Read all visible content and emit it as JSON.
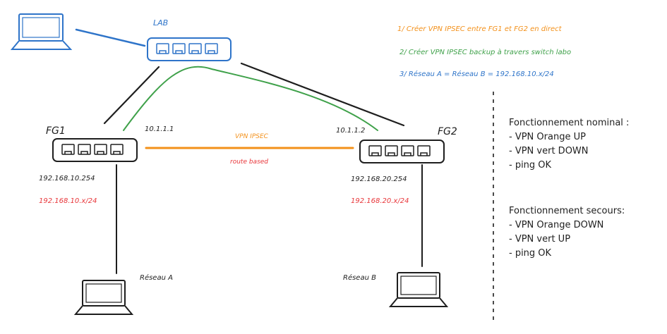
{
  "devices": {
    "lab_label": "LAB",
    "fg1_label": "FG1",
    "fg2_label": "FG2",
    "laptop_a_label": "Réseau A",
    "laptop_b_label": "Réseau B"
  },
  "addresses": {
    "fg1_wan": "10.1.1.1",
    "fg2_wan": "10.1.1.2",
    "fg1_lan": "192.168.10.254",
    "fg2_lan": "192.168.20.254",
    "net_a": "192.168.10.x/24",
    "net_b": "192.168.20.x/24"
  },
  "link_labels": {
    "vpn": "VPN IPSEC",
    "route": "route based"
  },
  "steps": [
    "1/  Créer VPN IPSEC entre FG1 et FG2 en direct",
    "2/ Créer VPN IPSEC backup à travers switch labo",
    "3/ Réseau A = Réseau B = 192.168.10.x/24"
  ],
  "notes": {
    "nominal_title": "Fonctionnement nominal :",
    "nominal_items": [
      "- VPN Orange UP",
      "- VPN vert DOWN",
      "- ping OK"
    ],
    "backup_title": "Fonctionnement secours:",
    "backup_items": [
      "- VPN Orange DOWN",
      "- VPN vert UP",
      "- ping OK"
    ]
  },
  "colors": {
    "orange": "#f39019",
    "green": "#3fa14a",
    "blue": "#2e74c9",
    "red": "#e8363a",
    "dark": "#1e1e1e",
    "switch_stroke": "#2e74c9"
  }
}
